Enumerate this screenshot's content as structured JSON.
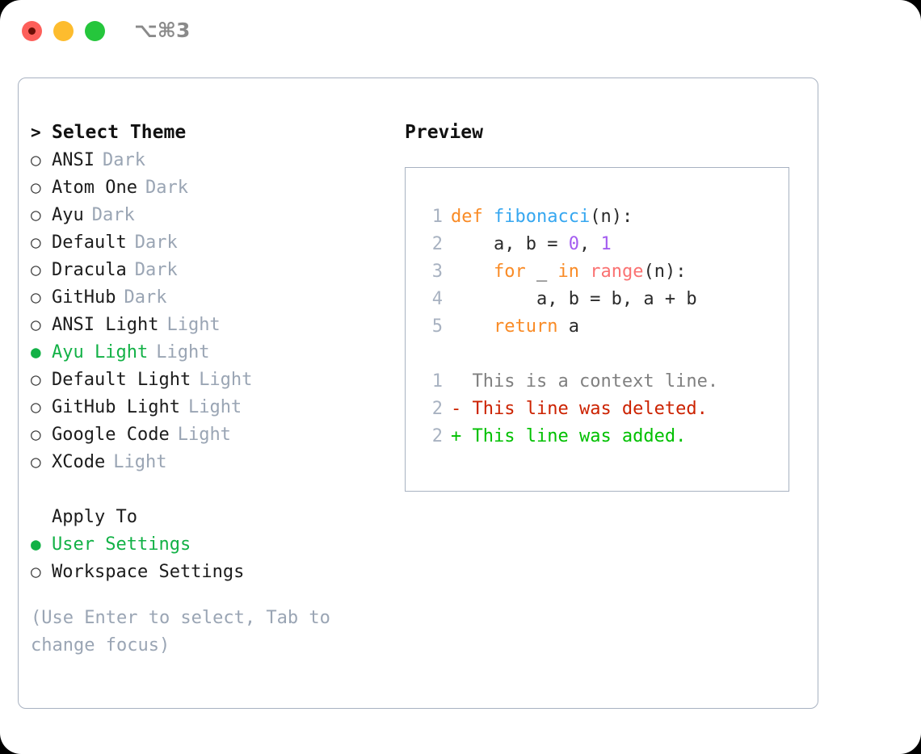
{
  "titlebar": {
    "shortcut": "⌥⌘3",
    "buttons": [
      {
        "name": "close",
        "color": "#fd5f5a"
      },
      {
        "name": "minimize",
        "color": "#fdbc2e"
      },
      {
        "name": "zoom",
        "color": "#25c63c"
      }
    ]
  },
  "theme_section": {
    "heading": "Select Theme",
    "caret": ">",
    "marker_selected": "●",
    "marker_unselected": "○",
    "items": [
      {
        "name": "ANSI",
        "variant": "Dark",
        "selected": false
      },
      {
        "name": "Atom One",
        "variant": "Dark",
        "selected": false
      },
      {
        "name": "Ayu",
        "variant": "Dark",
        "selected": false
      },
      {
        "name": "Default",
        "variant": "Dark",
        "selected": false
      },
      {
        "name": "Dracula",
        "variant": "Dark",
        "selected": false
      },
      {
        "name": "GitHub",
        "variant": "Dark",
        "selected": false
      },
      {
        "name": "ANSI Light",
        "variant": "Light",
        "selected": false
      },
      {
        "name": "Ayu Light",
        "variant": "Light",
        "selected": true
      },
      {
        "name": "Default Light",
        "variant": "Light",
        "selected": false
      },
      {
        "name": "GitHub Light",
        "variant": "Light",
        "selected": false
      },
      {
        "name": "Google Code",
        "variant": "Light",
        "selected": false
      },
      {
        "name": "XCode",
        "variant": "Light",
        "selected": false
      }
    ]
  },
  "apply_to_section": {
    "title": "Apply To",
    "items": [
      {
        "name": "User Settings",
        "selected": true
      },
      {
        "name": "Workspace Settings",
        "selected": false
      }
    ]
  },
  "hint": "(Use Enter to select, Tab to change focus)",
  "preview": {
    "title": "Preview",
    "code_lines": [
      {
        "num": "1",
        "tokens": [
          {
            "t": "def ",
            "c": "kw"
          },
          {
            "t": "fibonacci",
            "c": "fn"
          },
          {
            "t": "(n):",
            "c": "pl"
          }
        ]
      },
      {
        "num": "2",
        "tokens": [
          {
            "t": "    a, b = ",
            "c": "pl"
          },
          {
            "t": "0",
            "c": "num"
          },
          {
            "t": ", ",
            "c": "pl"
          },
          {
            "t": "1",
            "c": "num"
          }
        ]
      },
      {
        "num": "3",
        "tokens": [
          {
            "t": "    ",
            "c": "pl"
          },
          {
            "t": "for",
            "c": "kw"
          },
          {
            "t": " _ ",
            "c": "pl"
          },
          {
            "t": "in",
            "c": "kw"
          },
          {
            "t": " ",
            "c": "pl"
          },
          {
            "t": "range",
            "c": "bi"
          },
          {
            "t": "(n):",
            "c": "pl"
          }
        ]
      },
      {
        "num": "4",
        "tokens": [
          {
            "t": "        a, b = b, a + b",
            "c": "pl"
          }
        ]
      },
      {
        "num": "5",
        "tokens": [
          {
            "t": "    ",
            "c": "pl"
          },
          {
            "t": "return",
            "c": "kw"
          },
          {
            "t": " a",
            "c": "pl"
          }
        ]
      }
    ],
    "diff_lines": [
      {
        "num": "1",
        "sign": "  ",
        "text": "This is a context line.",
        "kind": "ctx"
      },
      {
        "num": "2",
        "sign": "- ",
        "text": "This line was deleted.",
        "kind": "del"
      },
      {
        "num": "2",
        "sign": "+ ",
        "text": "This line was added.",
        "kind": "add"
      }
    ]
  },
  "colors": {
    "accent_green": "#12b146",
    "muted": "#9aa5b4",
    "border": "#a8b2c1",
    "kw": "#f98b26",
    "fn": "#36a7f0",
    "num": "#a45df0",
    "builtin": "#fa7272",
    "diff_add": "#00c000",
    "diff_del": "#cc2200"
  }
}
